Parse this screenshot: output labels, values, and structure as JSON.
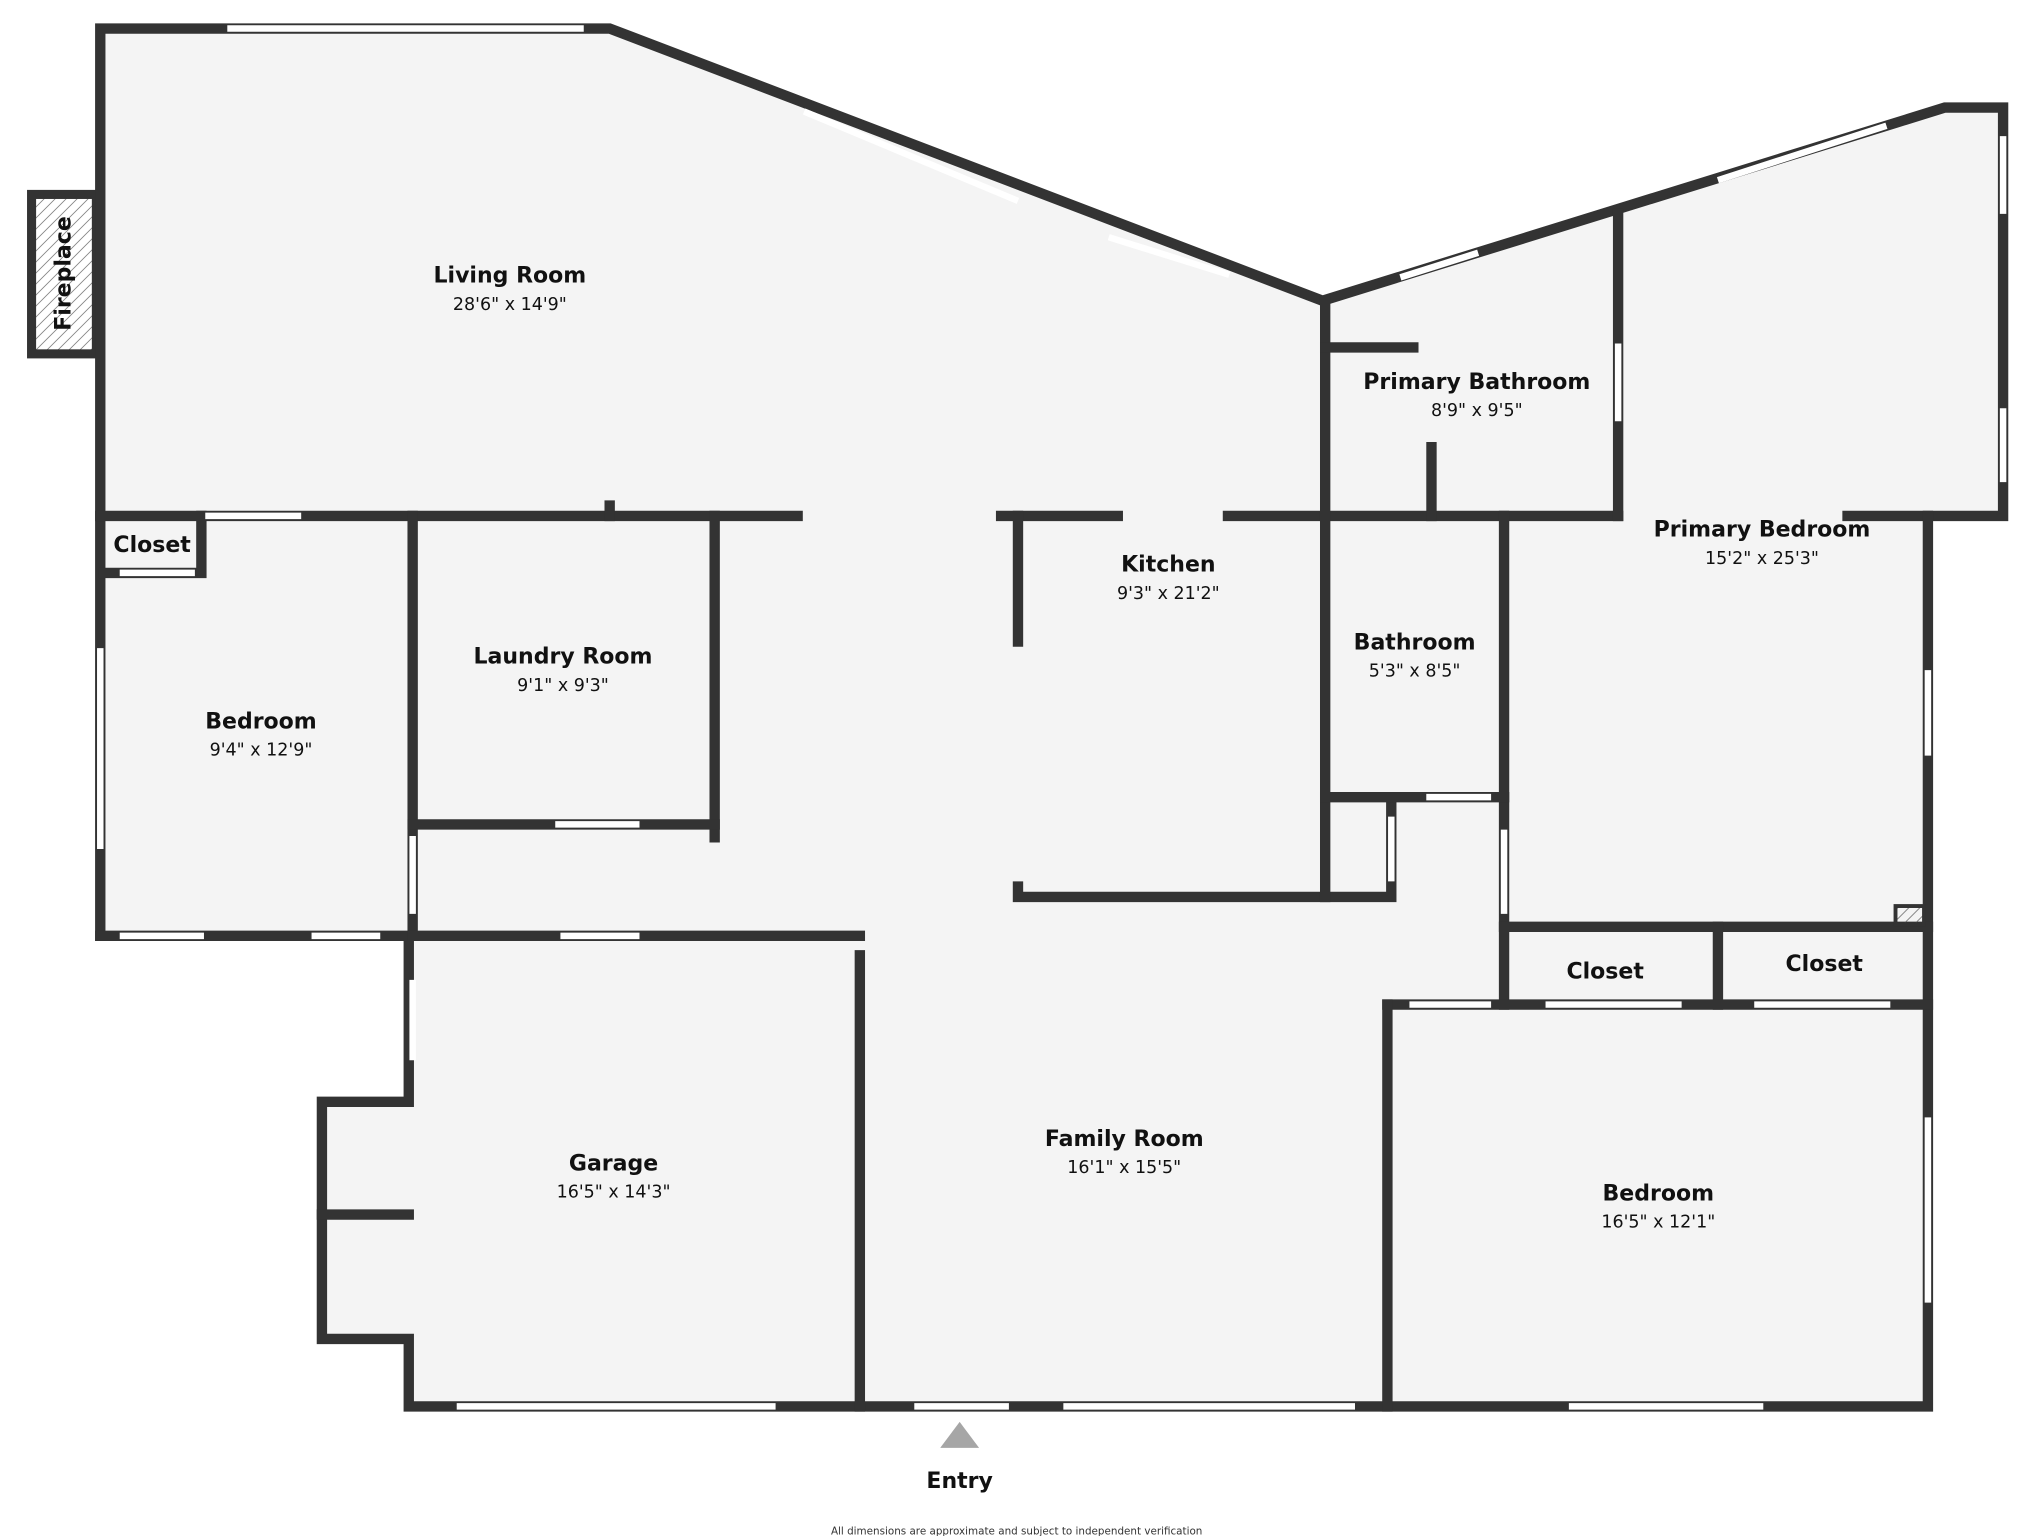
{
  "rooms": {
    "living": {
      "name": "Living Room",
      "dim": "28'6\" x 14'9\""
    },
    "primary_bath": {
      "name": "Primary Bathroom",
      "dim": "8'9\" x 9'5\""
    },
    "primary_bed": {
      "name": "Primary Bedroom",
      "dim": "15'2\" x 25'3\""
    },
    "closet_left": {
      "name": "Closet"
    },
    "kitchen": {
      "name": "Kitchen",
      "dim": "9'3\" x 21'2\""
    },
    "laundry": {
      "name": "Laundry Room",
      "dim": "9'1\" x 9'3\""
    },
    "bathroom": {
      "name": "Bathroom",
      "dim": "5'3\" x 8'5\""
    },
    "bedroom_left": {
      "name": "Bedroom",
      "dim": "9'4\" x 12'9\""
    },
    "closet_a": {
      "name": "Closet"
    },
    "closet_b": {
      "name": "Closet"
    },
    "family": {
      "name": "Family Room",
      "dim": "16'1\" x 15'5\""
    },
    "garage": {
      "name": "Garage",
      "dim": "16'5\" x 14'3\""
    },
    "bedroom_right": {
      "name": "Bedroom",
      "dim": "16'5\" x 12'1\""
    },
    "fireplace": {
      "name": "Fireplace"
    }
  },
  "entry_label": "Entry",
  "disclaimer": "All dimensions are approximate and subject to independent verification",
  "colors": {
    "wall": "#333333",
    "floor": "#f4f4f4",
    "entry_arrow": "#a6a6a6"
  }
}
